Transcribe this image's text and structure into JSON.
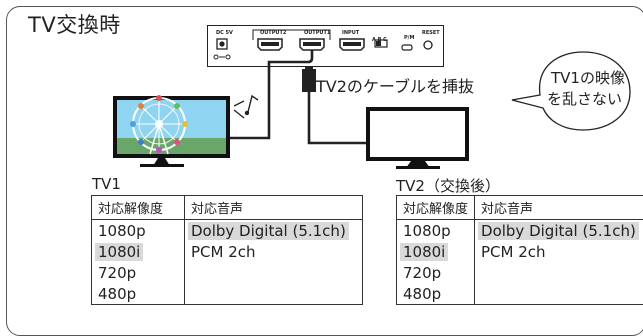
{
  "title": "TV交換時",
  "device": {
    "ports": {
      "dc": "DC 5V",
      "output2": "OUTPUT2",
      "output1": "OUTPUT1",
      "input": "INPUT",
      "abc": "A  B  C",
      "pm": "P/M",
      "reset": "RESET"
    }
  },
  "cable_label": "TV2のケーブルを挿抜",
  "bubble": {
    "line1": "TV1の映像",
    "line2": "を乱さない"
  },
  "tv1": {
    "caption": "TV1",
    "headers": [
      "対応解像度",
      "対応音声"
    ],
    "resolutions": [
      "1080p",
      "1080i",
      "720p",
      "480p"
    ],
    "audio": [
      "Dolby Digital (5.1ch)",
      "PCM 2ch"
    ],
    "highlight_resolution_index": 1,
    "highlight_audio_index": 0
  },
  "tv2": {
    "caption": "TV2（交換後）",
    "headers": [
      "対応解像度",
      "対応音声"
    ],
    "resolutions": [
      "1080p",
      "1080i",
      "720p",
      "480p"
    ],
    "audio": [
      "Dolby Digital (5.1ch)",
      "PCM 2ch"
    ],
    "highlight_resolution_index": 1,
    "highlight_audio_index": 0
  },
  "colors": {
    "line": "#222222",
    "highlight": "#d9d9d9",
    "screen_sky": "#8fd4f0"
  }
}
